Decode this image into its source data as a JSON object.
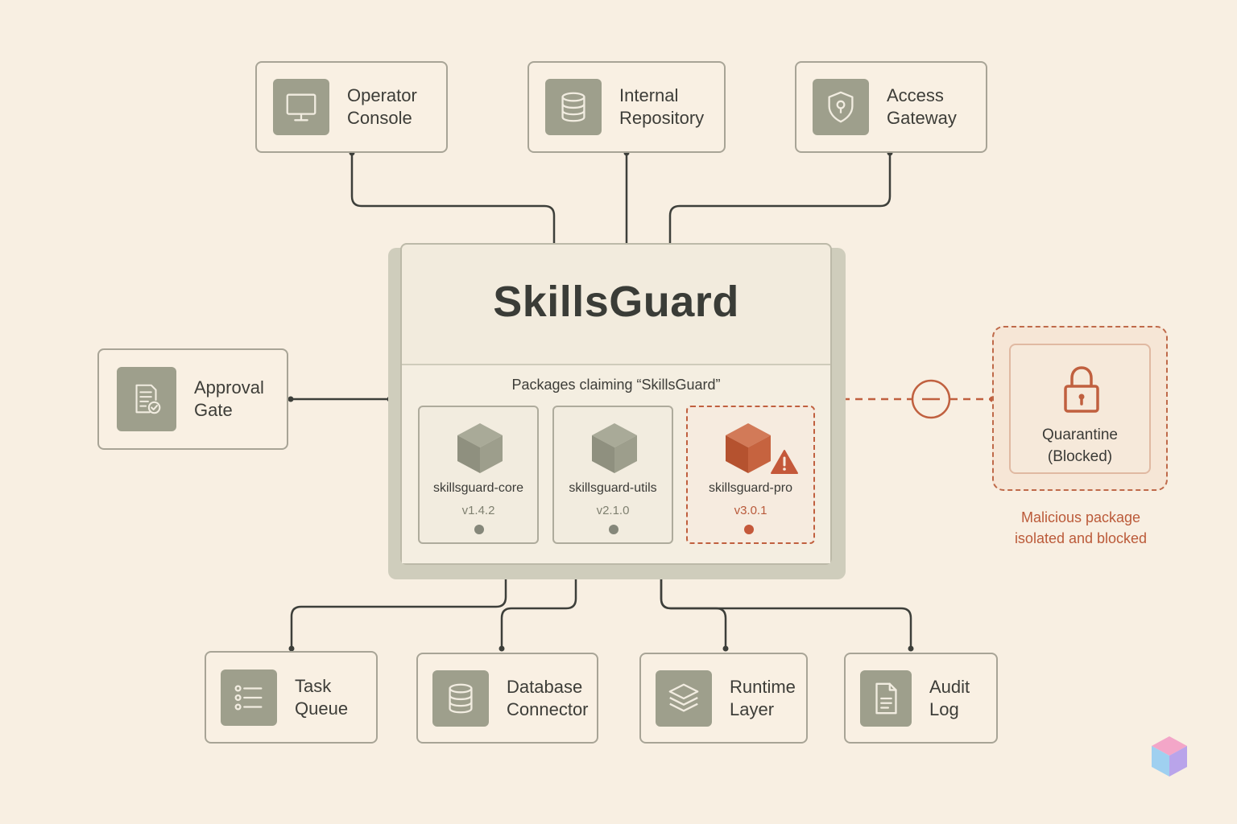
{
  "top_nodes": [
    {
      "label": "Operator\nConsole",
      "icon": "monitor-icon"
    },
    {
      "label": "Internal\nRepository",
      "icon": "database-icon"
    },
    {
      "label": "Access\nGateway",
      "icon": "shield-lock-icon"
    }
  ],
  "left_node": {
    "label": "Approval\nGate",
    "icon": "document-check-icon"
  },
  "bottom_nodes": [
    {
      "label": "Task\nQueue",
      "icon": "list-icon"
    },
    {
      "label": "Database\nConnector",
      "icon": "database-icon"
    },
    {
      "label": "Runtime\nLayer",
      "icon": "layers-icon"
    },
    {
      "label": "Audit\nLog",
      "icon": "file-text-icon"
    }
  ],
  "core": {
    "title": "SkillsGuard",
    "caption": "Packages claiming “SkillsGuard”",
    "packages": [
      {
        "name": "skillsguard-core",
        "version": "v1.4.2",
        "status": "ok"
      },
      {
        "name": "skillsguard-utils",
        "version": "v2.1.0",
        "status": "ok"
      },
      {
        "name": "skillsguard-pro",
        "version": "v3.0.1",
        "status": "malicious"
      }
    ]
  },
  "quarantine": {
    "label": "Quarantine\n(Blocked)",
    "note": "Malicious package\nisolated and blocked",
    "icon": "lock-icon"
  },
  "colors": {
    "background": "#f8efe2",
    "icon_tile": "#9e9f8c",
    "wire": "#3d3f3a",
    "danger": "#c0603f"
  }
}
